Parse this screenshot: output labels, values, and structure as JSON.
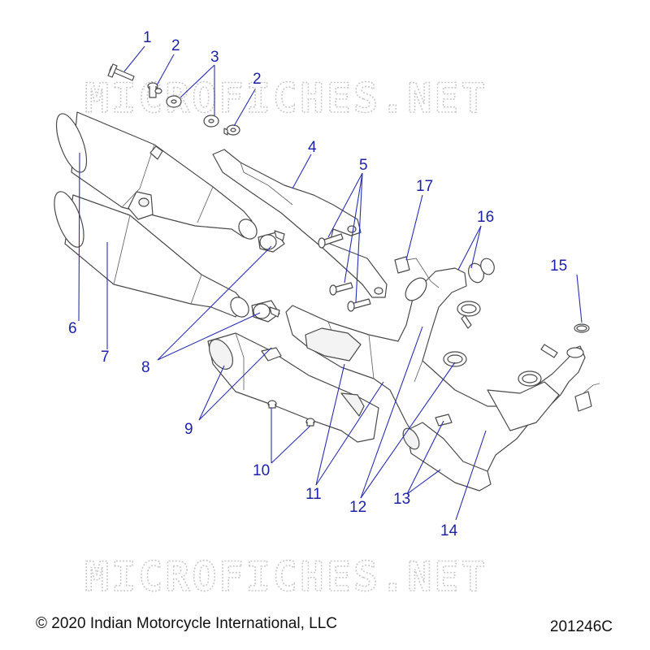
{
  "watermark": "MICROFICHES.NET",
  "copyright": "© 2020 Indian Motorcycle International, LLC",
  "diagram_id": "201246C",
  "callouts": {
    "c1": "1",
    "c2a": "2",
    "c2b": "2",
    "c3": "3",
    "c4": "4",
    "c5": "5",
    "c6": "6",
    "c7": "7",
    "c8": "8",
    "c9": "9",
    "c10": "10",
    "c11": "11",
    "c12": "12",
    "c13": "13",
    "c14": "14",
    "c15": "15",
    "c16": "16",
    "c17": "17"
  }
}
